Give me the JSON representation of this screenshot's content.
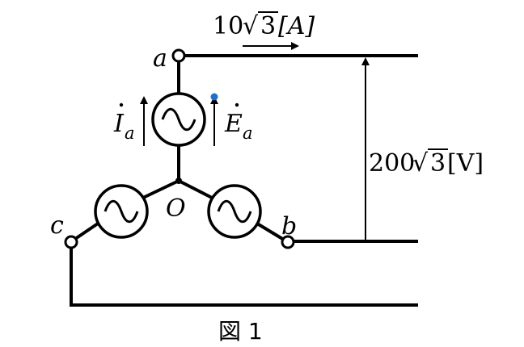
{
  "terminals": {
    "a": "a",
    "b": "b",
    "c": "c",
    "neutral": "O"
  },
  "current_label": {
    "value": "10",
    "radical": "√",
    "radicand": "3",
    "unit": "[A]"
  },
  "voltage_label": {
    "value": "200",
    "radical": "√",
    "radicand": "3",
    "unit": "[V]"
  },
  "phase_current": {
    "symbol": "I",
    "sub": "a"
  },
  "phase_emf": {
    "symbol": "E",
    "sub": "a"
  },
  "caption": "図 1",
  "colors": {
    "line": "#000000",
    "dot": "#1f6fd1"
  }
}
